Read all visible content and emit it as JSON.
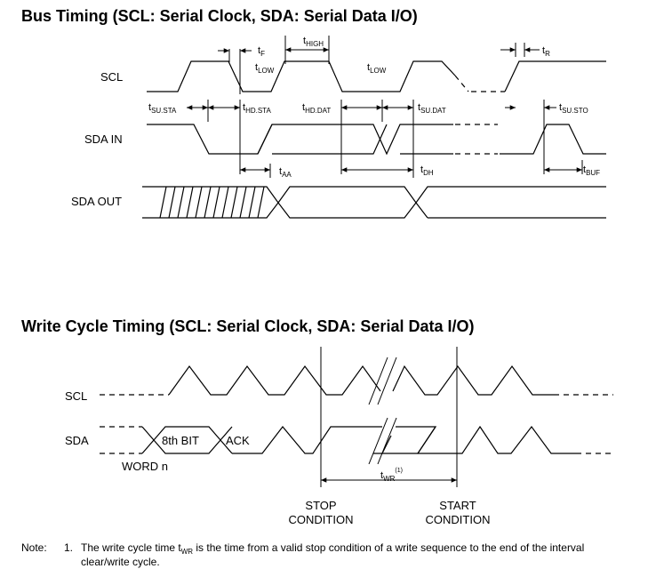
{
  "bus": {
    "title": "Bus Timing (SCL: Serial Clock, SDA: Serial Data I/O)",
    "signals": {
      "scl": "SCL",
      "sda_in": "SDA IN",
      "sda_out": "SDA OUT"
    },
    "params": {
      "tf": {
        "main": "t",
        "sub": "F"
      },
      "thigh": {
        "main": "t",
        "sub": "HIGH"
      },
      "tr": {
        "main": "t",
        "sub": "R"
      },
      "tlow1": {
        "main": "t",
        "sub": "LOW"
      },
      "tlow2": {
        "main": "t",
        "sub": "LOW"
      },
      "tsusta": {
        "main": "t",
        "sub": "SU.STA"
      },
      "thdsta": {
        "main": "t",
        "sub": "HD.STA"
      },
      "thddat": {
        "main": "t",
        "sub": "HD.DAT"
      },
      "tsudat": {
        "main": "t",
        "sub": "SU.DAT"
      },
      "tsusto": {
        "main": "t",
        "sub": "SU.STO"
      },
      "taa": {
        "main": "t",
        "sub": "AA"
      },
      "tdh": {
        "main": "t",
        "sub": "DH"
      },
      "tbuf": {
        "main": "t",
        "sub": "BUF"
      }
    }
  },
  "write": {
    "title": "Write Cycle Timing (SCL: Serial Clock, SDA: Serial Data I/O)",
    "signals": {
      "scl": "SCL",
      "sda": "SDA"
    },
    "labels": {
      "bit8": "8th BIT",
      "ack": "ACK",
      "word": "WORD n"
    },
    "twr": {
      "main": "t",
      "sub": "WR",
      "sup": "(1)"
    },
    "stop": [
      "STOP",
      "CONDITION"
    ],
    "start": [
      "START",
      "CONDITION"
    ]
  },
  "note": {
    "label": "Note:",
    "number": "1.",
    "line1_pre": "The write cycle time t",
    "line1_sub": "WR",
    "line1_post": " is the time from a valid stop condition of a write sequence to the end of the interval",
    "line2": "clear/write cycle."
  }
}
